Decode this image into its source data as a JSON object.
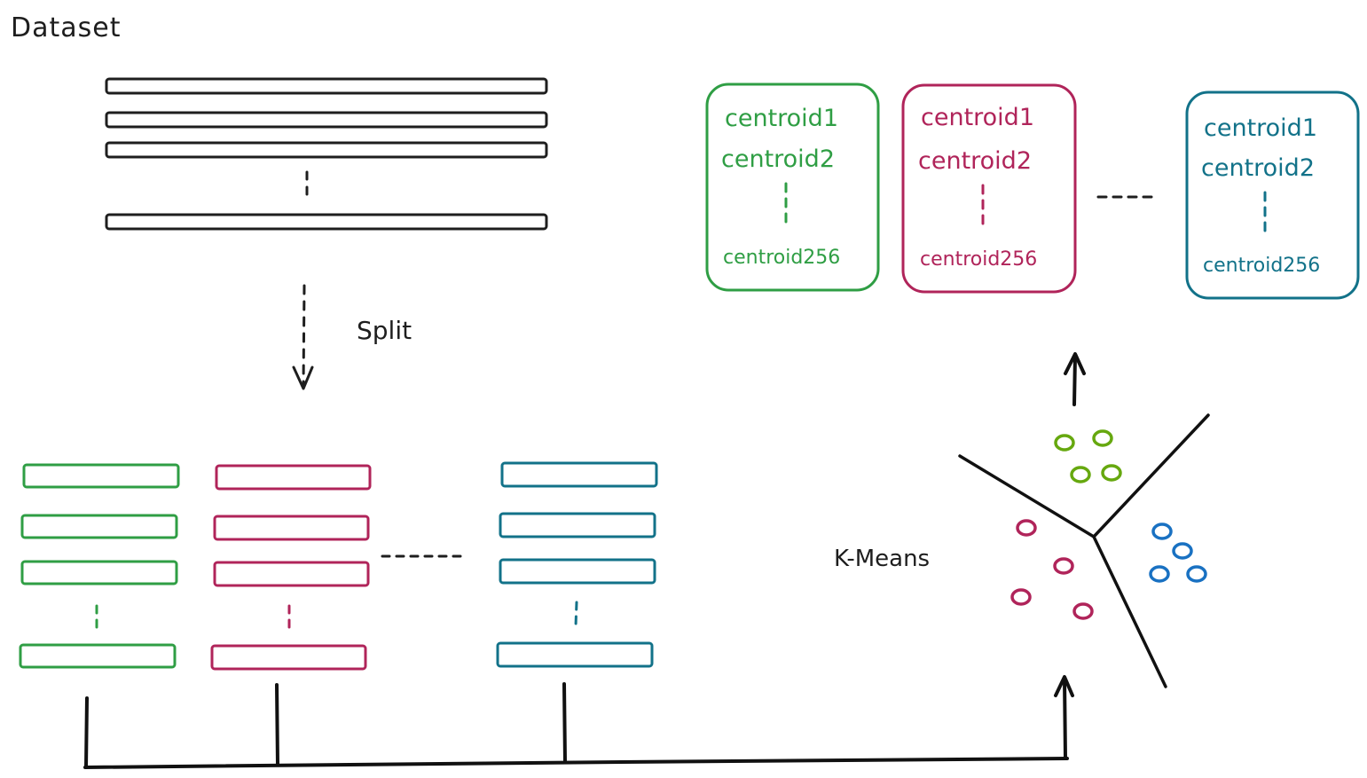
{
  "dataset": {
    "title": "Dataset"
  },
  "split": {
    "label": "Split"
  },
  "kmeans": {
    "label": "K-Means"
  },
  "colors": {
    "ink": "#1e1e1e",
    "green": "#2f9e44",
    "crimson": "#b0245a",
    "teal": "#127289",
    "lime": "#66a80f",
    "blue": "#1971c2"
  },
  "centroid_groups": [
    {
      "color": "green",
      "lines": [
        "centroid1",
        "centroid2",
        "centroid256"
      ]
    },
    {
      "color": "crimson",
      "lines": [
        "centroid1",
        "centroid2",
        "centroid256"
      ]
    },
    {
      "color": "teal",
      "lines": [
        "centroid1",
        "centroid2",
        "centroid256"
      ]
    }
  ],
  "split_groups": [
    {
      "color": "green",
      "rows": 4
    },
    {
      "color": "crimson",
      "rows": 4
    },
    {
      "color": "teal",
      "rows": 4
    }
  ],
  "dataset_rows": 4
}
